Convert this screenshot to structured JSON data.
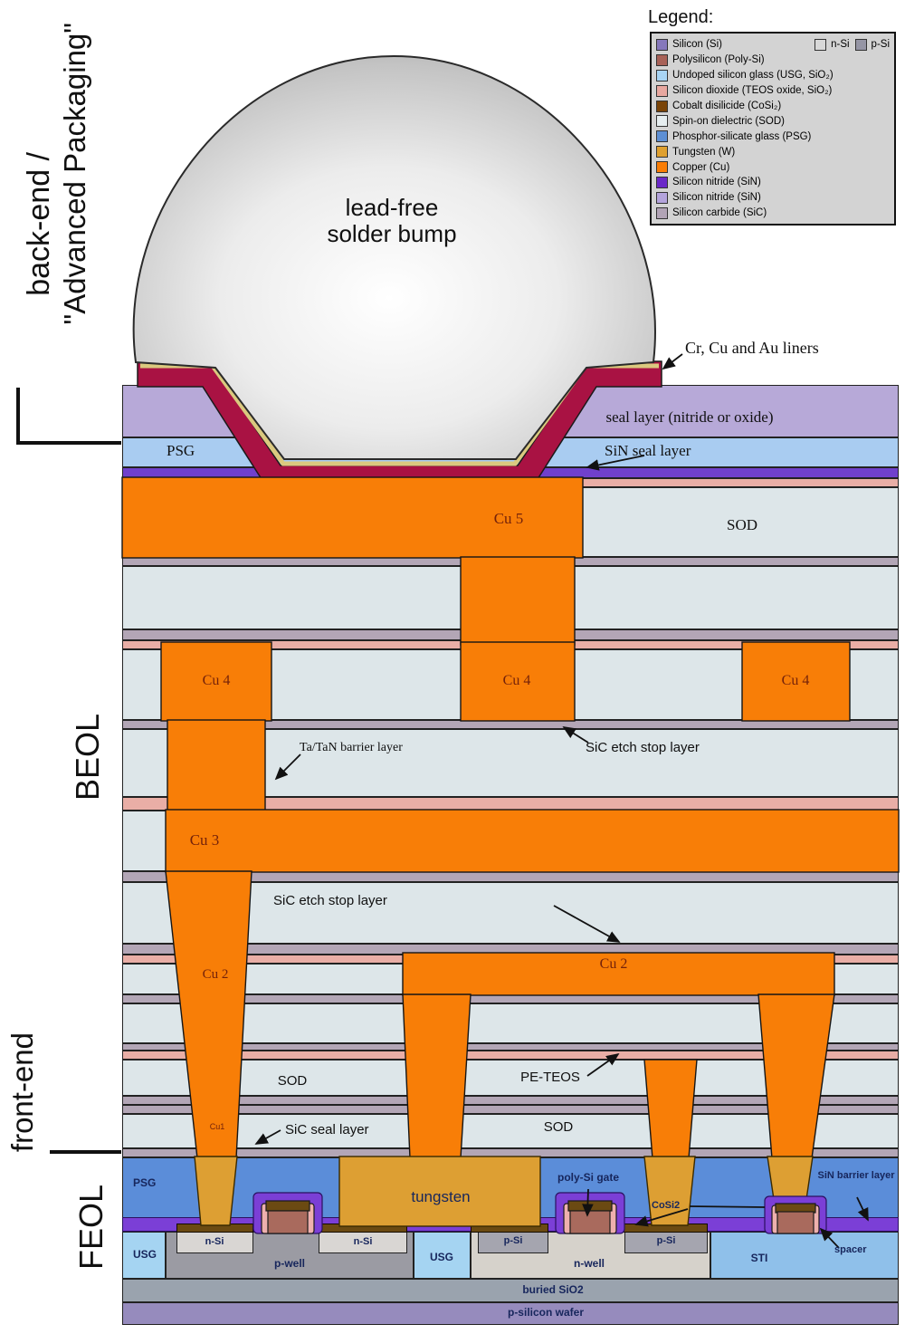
{
  "side_labels": {
    "backend_line1": "back-end /",
    "backend_line2": "\"Advanced Packaging\"",
    "beol": "BEOL",
    "frontend": "front-end",
    "feol": "FEOL"
  },
  "legend": {
    "title": "Legend:",
    "items": [
      {
        "label": "Silicon (Si)",
        "color": "#8678bc"
      },
      {
        "label": "Polysilicon (Poly-Si)",
        "color": "#a86258"
      },
      {
        "label": "Undoped silicon glass (USG, SiO₂)",
        "color": "#a8d4f4"
      },
      {
        "label": "Silicon dioxide (TEOS oxide, SiO₂)",
        "color": "#e8a8a0"
      },
      {
        "label": "Cobalt disilicide (CoSi₂)",
        "color": "#7a4408"
      },
      {
        "label": "Spin-on dielectric (SOD)",
        "color": "#e6eef0"
      },
      {
        "label": "Phosphor-silicate glass (PSG)",
        "color": "#5d8fd4"
      },
      {
        "label": "Tungsten (W)",
        "color": "#dfa02f"
      },
      {
        "label": "Copper (Cu)",
        "color": "#fa7d05"
      },
      {
        "label": "Silicon nitride (SiN)",
        "color": "#6a28c8"
      },
      {
        "label": "Silicon nitride (SiN)",
        "color": "#b4a4dc"
      },
      {
        "label": "Silicon carbide (SiC)",
        "color": "#b2a4b6"
      }
    ],
    "nsi": {
      "label": "n-Si",
      "color": "#d8d8d8"
    },
    "psi": {
      "label": "p-Si",
      "color": "#9595a5"
    }
  },
  "labels": {
    "bump_line1": "lead-free",
    "bump_line2": "solder bump",
    "liners": "Cr, Cu and Au liners",
    "seal_layer": "seal layer (nitride or oxide)",
    "psg_top": "PSG",
    "sin_seal": "SiN seal layer",
    "cu5": "Cu 5",
    "sod_top": "SOD",
    "cu4": "Cu 4",
    "tatan_barrier": "Ta/TaN barrier layer",
    "sic_etch_stop_1": "SiC etch stop layer",
    "cu3": "Cu 3",
    "sic_etch_stop_2": "SiC etch stop layer",
    "cu2_left": "Cu 2",
    "cu2_right": "Cu 2",
    "sod_mid_left": "SOD",
    "pe_teos": "PE-TEOS",
    "cu1": "Cu1",
    "sic_seal": "SiC seal layer",
    "sod_mid_center": "SOD",
    "psg_feol": "PSG",
    "tungsten": "tungsten",
    "poly_si_gate": "poly-Si gate",
    "cosi2": "CoSi2",
    "sin_barrier": "SiN barrier layer",
    "usg1": "USG",
    "usg2": "USG",
    "nsi_1": "n-Si",
    "nsi_2": "n-Si",
    "psi_1": "p-Si",
    "psi_2": "p-Si",
    "p_well": "p-well",
    "n_well": "n-well",
    "sti": "STI",
    "spacer": "spacer",
    "buried_oxide": "buried SiO2",
    "wafer": "p-silicon wafer"
  },
  "colors": {
    "copper": "#f87e07",
    "tungsten": "#dd9f33",
    "sod": "#dde6e9",
    "sic": "#b3a6b6",
    "teos_pink": "#e9aea6",
    "seal_lavender": "#b7a9d8",
    "psg_top_row": "#a9ccf1",
    "psg_feol": "#5b8dd9",
    "sin_violet": "#7040cc",
    "crimson_liner": "#a91243",
    "khaki_liner": "#dbc97f",
    "usg": "#a5d4f2",
    "sti": "#8fc0ea",
    "n_si": "#d9d6d3",
    "p_si": "#a5a5af",
    "p_well": "#9b9ba3",
    "n_well": "#d6d2cb",
    "buried_oxide": "#9aa3ae",
    "wafer": "#968bbd",
    "poly": "#a96a5d",
    "cosi2": "#6b4a12",
    "gate_purple": "#7b3fd6",
    "spacer_pink": "#eeb0ae",
    "legend_bg": "#d3d3d3"
  }
}
